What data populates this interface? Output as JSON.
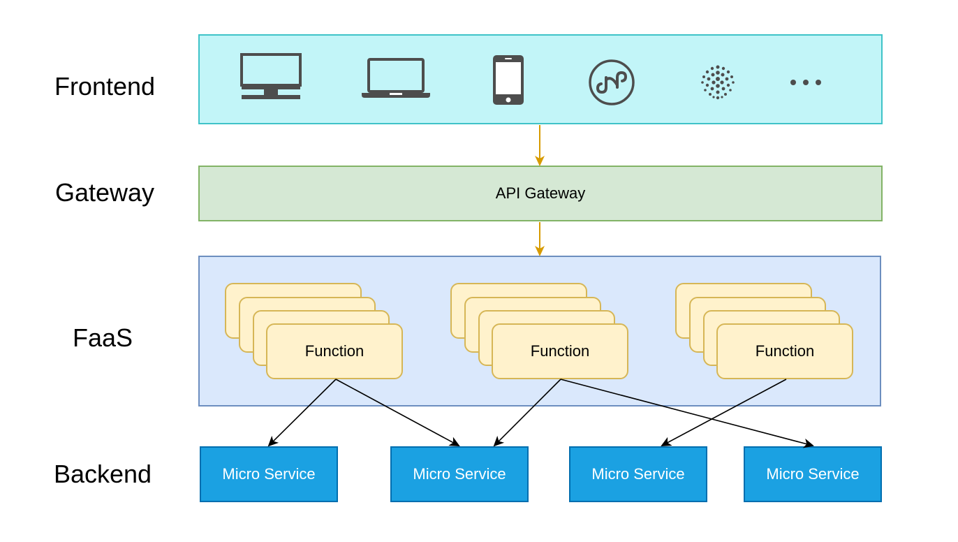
{
  "layers": {
    "frontend": "Frontend",
    "gateway": "Gateway",
    "faas": "FaaS",
    "backend": "Backend"
  },
  "frontend_icons": [
    "desktop-icon",
    "laptop-icon",
    "phone-icon",
    "mini-program-icon",
    "iot-icon",
    "more-icon"
  ],
  "gateway_label": "API Gateway",
  "functions": [
    "Function",
    "Function",
    "Function"
  ],
  "services": [
    "Micro Service",
    "Micro Service",
    "Micro Service",
    "Micro Service"
  ],
  "colors": {
    "frontend_fill": "#c2f5f8",
    "gateway_fill": "#d5e8d4",
    "faas_fill": "#dae8fc",
    "function_fill": "#fff2cc",
    "service_fill": "#1ba1e2",
    "arrow_orange": "#d79b00",
    "icon_gray": "#4d4d4d"
  }
}
